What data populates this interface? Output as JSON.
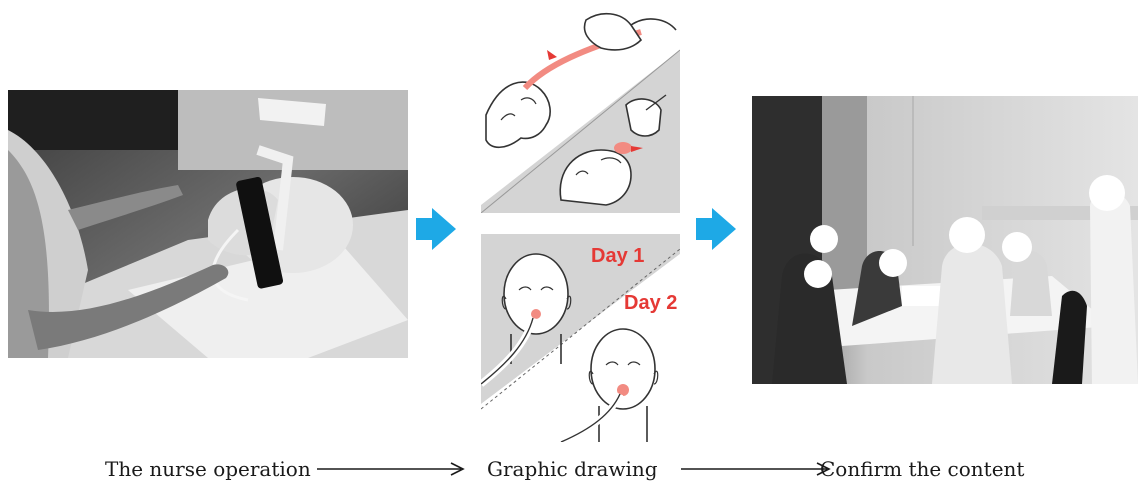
{
  "steps": [
    {
      "caption": "The nurse operation"
    },
    {
      "caption": "Graphic drawing"
    },
    {
      "caption": "Confirm the content"
    }
  ],
  "drawing": {
    "day_1": "Day 1",
    "day_2": "Day 2"
  },
  "colors": {
    "arrow_blue": "#1ea9e6",
    "highlight_red": "#e53935",
    "drawing_gray": "#d4d4d4"
  }
}
